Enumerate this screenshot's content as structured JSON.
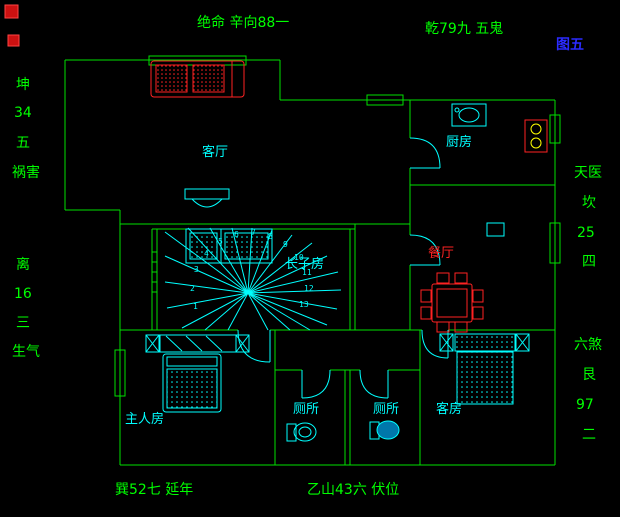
{
  "colors": {
    "bg": "#000000",
    "wall": "#00e000",
    "cyan": "#00ffff",
    "red": "#ff2222",
    "yellow": "#ffff00",
    "blue": "#2b2bff",
    "text": "#00ff00",
    "toilet_fill": "#0077aa"
  },
  "annotations": {
    "top_left": "绝命 辛向88一",
    "top_right": "乾79九 五鬼",
    "figure_label": "图五",
    "left_top": [
      "坤",
      "34",
      "五",
      "祸害"
    ],
    "left_bottom": [
      "离",
      "16",
      "三",
      "生气"
    ],
    "right_top": [
      "天医",
      "坎",
      "25",
      "四"
    ],
    "right_bottom": [
      "六煞",
      "艮",
      "97",
      "二"
    ],
    "bottom_left": "巽52七 延年",
    "bottom_right": "乙山43六 伏位"
  },
  "rooms": {
    "living": "客厅",
    "kitchen": "厨房",
    "dining": "餐厅",
    "eldest_son": "长子房",
    "master": "主人房",
    "toilet_left": "厕所",
    "toilet_right": "厕所",
    "guest": "客房"
  },
  "stairs": {
    "steps": [
      "1",
      "2",
      "3",
      "4",
      "5",
      "6",
      "7",
      "8",
      "9",
      "10",
      "11",
      "12",
      "13"
    ]
  }
}
